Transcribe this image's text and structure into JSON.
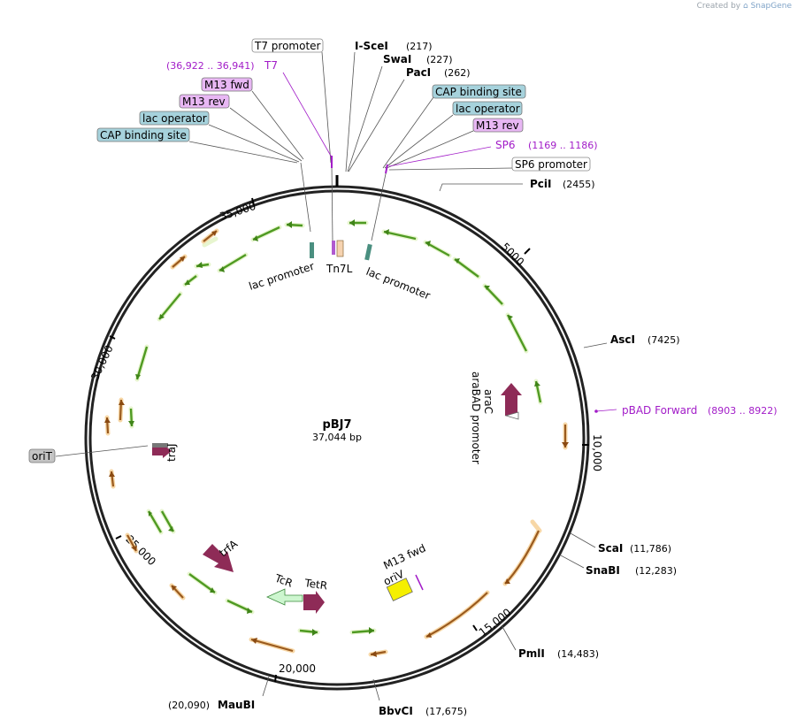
{
  "credit": {
    "prefix": "Created by",
    "brand": "SnapGene"
  },
  "plasmid": {
    "name": "pBJ7",
    "size": "37,044 bp"
  },
  "ruler": [
    {
      "label": "5000"
    },
    {
      "label": "10,000"
    },
    {
      "label": "15,000"
    },
    {
      "label": "20,000"
    },
    {
      "label": "25,000"
    },
    {
      "label": "30,000"
    },
    {
      "label": "35,000"
    }
  ],
  "sites": [
    {
      "name": "I-SceI",
      "pos": "(217)"
    },
    {
      "name": "SwaI",
      "pos": "(227)"
    },
    {
      "name": "PacI",
      "pos": "(262)"
    },
    {
      "name": "PciI",
      "pos": "(2455)"
    },
    {
      "name": "AscI",
      "pos": "(7425)"
    },
    {
      "name": "ScaI",
      "pos": "(11,786)"
    },
    {
      "name": "SnaBI",
      "pos": "(12,283)"
    },
    {
      "name": "PmlI",
      "pos": "(14,483)"
    },
    {
      "name": "BbvCI",
      "pos": "(17,675)"
    },
    {
      "name": "MauBI",
      "pos": "(20,090)"
    }
  ],
  "boxed": [
    {
      "text": "T7 promoter",
      "color": "#ffffff"
    },
    {
      "text": "M13 fwd",
      "color": "#e8b7f4"
    },
    {
      "text": "M13 rev",
      "color": "#e8b7f4"
    },
    {
      "text": "lac operator",
      "color": "#a6d2dc"
    },
    {
      "text": "CAP binding site",
      "color": "#a6d2dc"
    },
    {
      "text": "CAP binding site",
      "color": "#a6d2dc"
    },
    {
      "text": "lac operator",
      "color": "#a6d2dc"
    },
    {
      "text": "M13 rev",
      "color": "#e8b7f4"
    },
    {
      "text": "SP6 promoter",
      "color": "#ffffff"
    },
    {
      "text": "oriT",
      "color": "#c4c4c4"
    }
  ],
  "primers": [
    {
      "name": "T7",
      "range": "(36,922 .. 36,941)"
    },
    {
      "name": "SP6",
      "range": "(1169 .. 1186)"
    },
    {
      "name": "pBAD Forward",
      "range": "(8903 .. 8922)"
    }
  ],
  "features": [
    {
      "label": "lac promoter"
    },
    {
      "label": "Tn7L"
    },
    {
      "label": "lac promoter"
    },
    {
      "label": "araC"
    },
    {
      "label": "araBAD promoter"
    },
    {
      "label": "traJ"
    },
    {
      "label": "trfA"
    },
    {
      "label": "TcR"
    },
    {
      "label": "TetR"
    },
    {
      "label": "M13 fwd"
    },
    {
      "label": "oriV"
    }
  ],
  "colors": {
    "orf_green": "#7cc23f",
    "orf_orange": "#f2b05a",
    "feature_red": "#8e2b57",
    "primer": "#a21cc8"
  }
}
